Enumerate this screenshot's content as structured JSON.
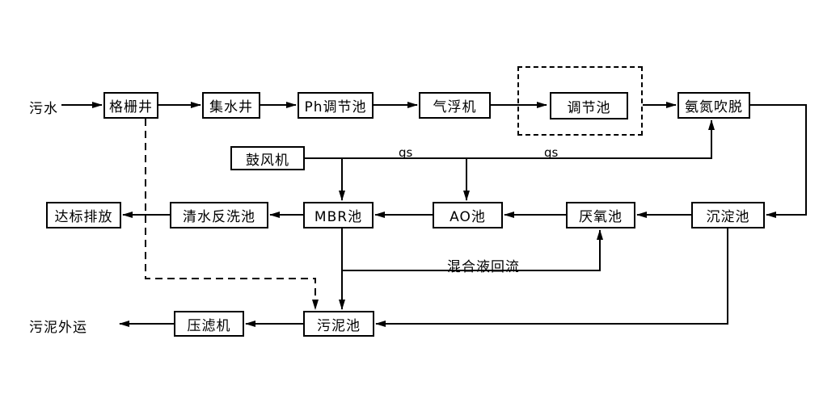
{
  "diagram": {
    "type": "wastewater-treatment-process-flow",
    "colors": {
      "line": "#000000",
      "background": "#ffffff",
      "text": "#000000"
    },
    "nodes": {
      "raw_water": "污水",
      "bar_screen_well": "格栅井",
      "collection_well": "集水井",
      "ph_adjust_tank": "Ph调节池",
      "air_flotation": "气浮机",
      "regulating_tank": "调节池",
      "ammonia_stripping": "氨氮吹脱",
      "blower": "鼓风机",
      "discharge": "达标排放",
      "backwash_tank": "清水反洗池",
      "mbr_tank": "MBR池",
      "ao_tank": "AO池",
      "anaerobic_tank": "厌氧池",
      "sedimentation_tank": "沉淀池",
      "sludge_out": "污泥外运",
      "filter_press": "压滤机",
      "sludge_tank": "污泥池"
    },
    "line_labels": {
      "gas_1": "gs",
      "gas_2": "gs",
      "mixed_liquor_return": "混合液回流"
    }
  }
}
